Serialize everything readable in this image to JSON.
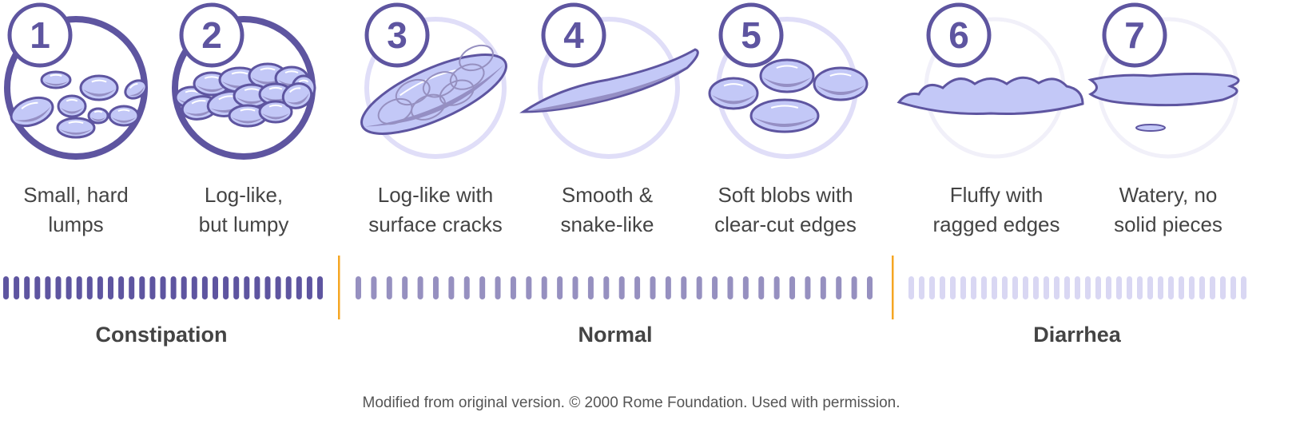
{
  "colors": {
    "dark": "#5e55a0",
    "mid": "#9690c0",
    "light": "#d9d7f3",
    "fill": "#c3c8f7",
    "shade": "#958fc4",
    "divider": "#f5a623"
  },
  "types": [
    {
      "number": "1",
      "line1": "Small, hard",
      "line2": "lumps",
      "group": "constipation"
    },
    {
      "number": "2",
      "line1": "Log-like,",
      "line2": "but lumpy",
      "group": "constipation"
    },
    {
      "number": "3",
      "line1": "Log-like with",
      "line2": "surface cracks",
      "group": "normal"
    },
    {
      "number": "4",
      "line1": "Smooth &",
      "line2": "snake-like",
      "group": "normal"
    },
    {
      "number": "5",
      "line1": "Soft blobs with",
      "line2": "clear-cut edges",
      "group": "normal"
    },
    {
      "number": "6",
      "line1": "Fluffy with",
      "line2": "ragged edges",
      "group": "diarrhea"
    },
    {
      "number": "7",
      "line1": "Watery, no",
      "line2": "solid pieces",
      "group": "diarrhea"
    }
  ],
  "categories": {
    "constipation": "Constipation",
    "normal": "Normal",
    "diarrhea": "Diarrhea"
  },
  "footer": "Modified from original version. © 2000 Rome Foundation. Used with permission."
}
